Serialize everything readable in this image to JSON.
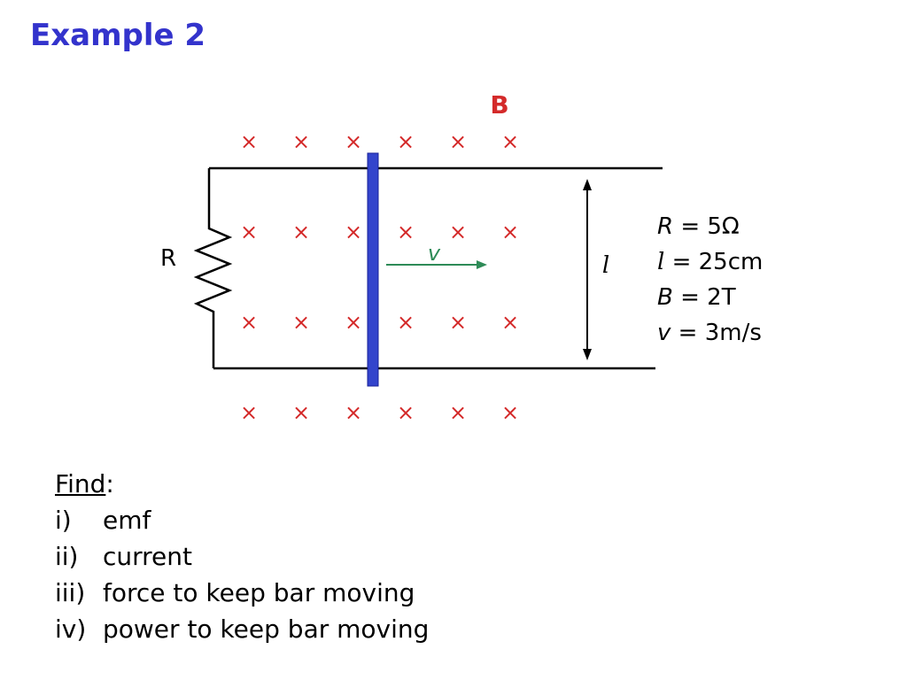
{
  "slide": {
    "title": "Example 2"
  },
  "diagram": {
    "field_label": "B",
    "field_symbol": "×",
    "field_color": "#d42a2a",
    "resistor_label": "R",
    "velocity_label": "v",
    "velocity_color": "#2e8b57",
    "length_label": "l",
    "bar_color": "#3344cc"
  },
  "given": [
    {
      "symbol": "R",
      "rest": " = 5Ω"
    },
    {
      "symbol": "l",
      "rest": " = 25cm"
    },
    {
      "symbol": "B",
      "rest": " = 2T"
    },
    {
      "symbol": "v",
      "rest": " = 3m/s"
    }
  ],
  "find": {
    "heading": "Find",
    "heading_suffix": ":",
    "items": [
      {
        "num": "i)",
        "text": "emf"
      },
      {
        "num": "ii)",
        "text": "current"
      },
      {
        "num": "iii)",
        "text": "force to keep bar moving"
      },
      {
        "num": "iv)",
        "text": "power to keep bar moving"
      }
    ]
  }
}
